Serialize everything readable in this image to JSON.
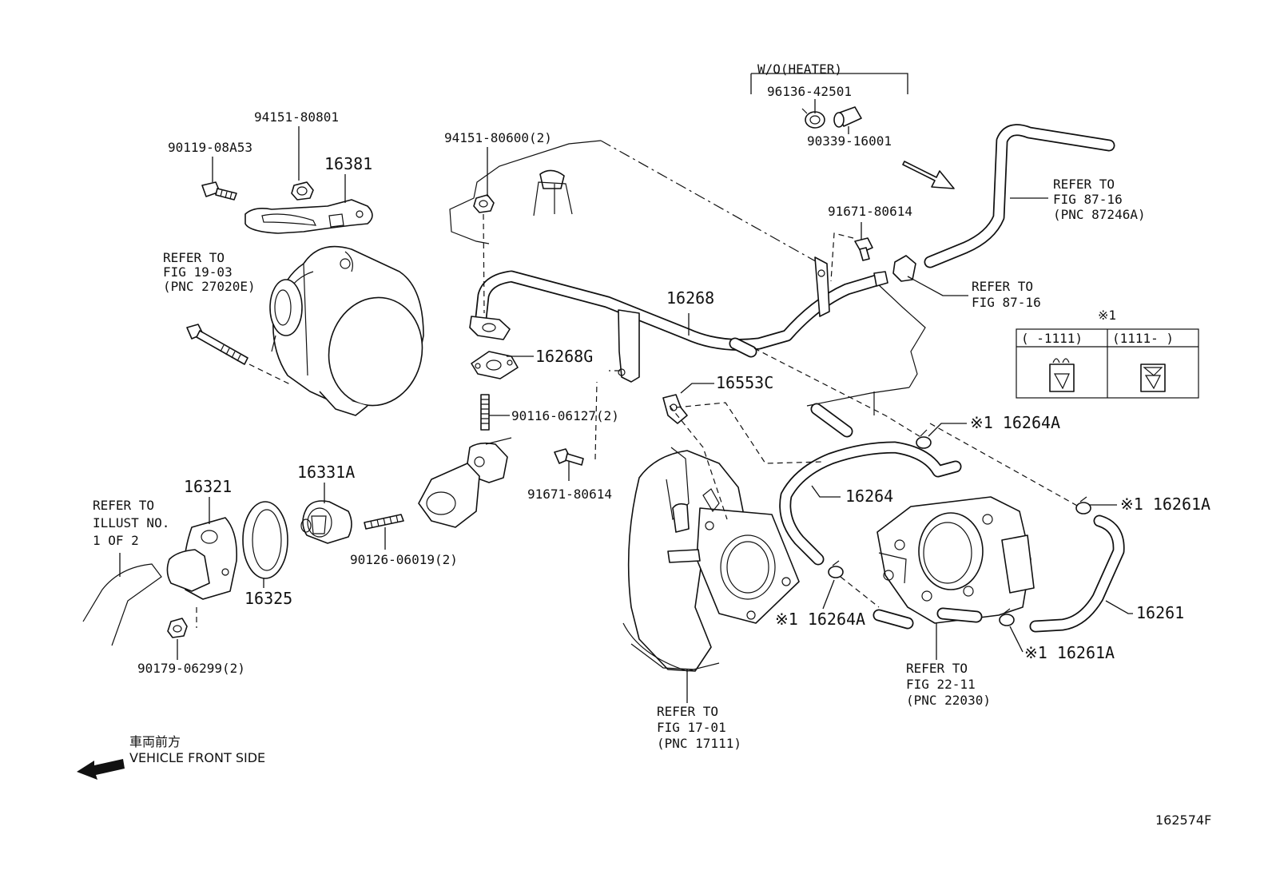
{
  "labels": {
    "p16381": "16381",
    "p94151_80801": "94151-80801",
    "p90119_08A53": "90119-08A53",
    "refer_fig19": [
      "REFER TO",
      "FIG 19-03",
      "(PNC 27020E)"
    ],
    "p94151_80600": "94151-80600(2)",
    "p16268": "16268",
    "p16268G": "16268G",
    "p90116_06127": "90116-06127(2)",
    "p91671_80614_a": "91671-80614",
    "p91671_80614_b": "91671-80614",
    "heater_note": "W/O(HEATER)",
    "p96136_42501": "96136-42501",
    "p90339_16001": "90339-16001",
    "refer_fig87_pnc": [
      "REFER TO",
      "FIG 87-16",
      "(PNC 87246A)"
    ],
    "refer_fig87": [
      "REFER TO",
      "FIG 87-16"
    ],
    "p16553C": "16553C",
    "p16264A_top": "※1 16264A",
    "p16264": "16264",
    "p16261A_top": "※1 16261A",
    "p16261": "16261",
    "p16261A_bottom": "※1 16261A",
    "p16264A_bottom": "※1 16264A",
    "refer_fig22": [
      "REFER TO",
      "FIG 22-11",
      "(PNC 22030)"
    ],
    "refer_fig17": [
      "REFER TO",
      "FIG 17-01",
      "(PNC 17111)"
    ],
    "p16331A": "16331A",
    "p90126_06019": "90126-06019(2)",
    "p16321": "16321",
    "p16325": "16325",
    "refer_illust": [
      "REFER TO",
      "ILLUST NO.",
      "1 OF 2"
    ],
    "p90179_06299": "90179-06299(2)",
    "front_jp": "車両前方",
    "front_en": "VEHICLE FRONT SIDE",
    "figure_id": "162574F"
  },
  "legend": {
    "title": "※1",
    "col1": "(      -1111)",
    "col2": "(1111-      )"
  }
}
